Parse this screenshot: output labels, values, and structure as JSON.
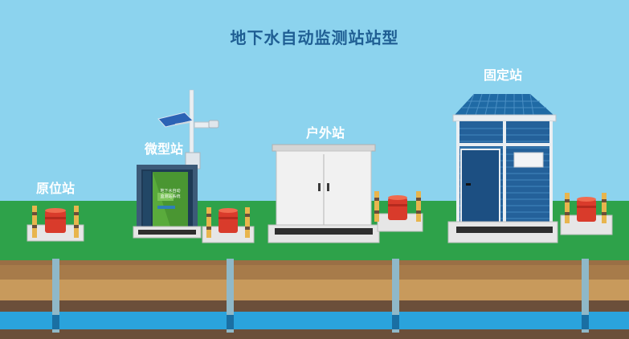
{
  "title": "地下水自动监测站站型",
  "stations": [
    {
      "label": "原位站"
    },
    {
      "label": "微型站"
    },
    {
      "label": "户外站"
    },
    {
      "label": "固定站"
    }
  ],
  "micro_station_panel_lines": [
    "地下水自动",
    "监测站系统"
  ],
  "colors": {
    "sky": "#8cd3ee",
    "grass": "#2ea24a",
    "soil_light": "#c89a5c",
    "soil_dark": "#7b5a3c",
    "water": "#2aa3dc",
    "title": "#1f5e93"
  }
}
